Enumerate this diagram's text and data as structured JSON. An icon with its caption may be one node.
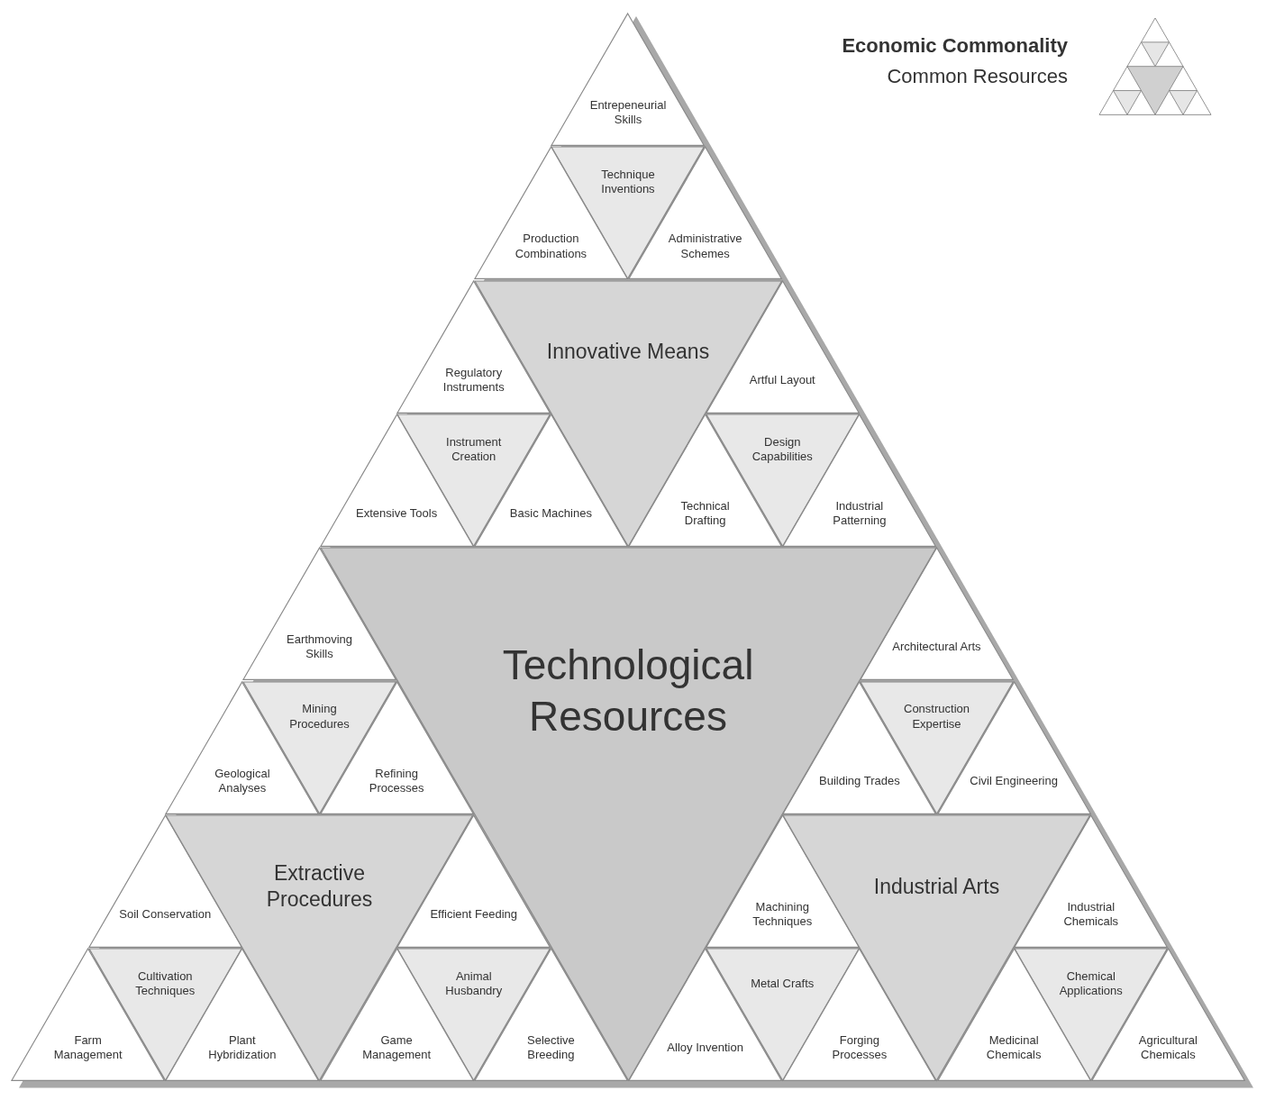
{
  "diagram": {
    "nodes": [
      {
        "text": [
          "Entrepeneurial Skills"
        ]
      },
      {
        "text": [
          "Technique Inventions"
        ]
      },
      {
        "text": [
          "Production Combinations"
        ]
      },
      {
        "text": [
          "Administrative Schemes"
        ]
      },
      {
        "text": [
          "Regulatory Instruments"
        ]
      },
      {
        "text": [
          "Instrument Creation"
        ]
      },
      {
        "text": [
          "Extensive Tools"
        ]
      },
      {
        "text": [
          "Basic Machines"
        ]
      },
      {
        "text": [
          "Artful Layout"
        ]
      },
      {
        "text": [
          "Design Capabilities"
        ]
      },
      {
        "text": [
          "Technical Drafting"
        ]
      },
      {
        "text": [
          "Industrial Patterning"
        ]
      },
      {
        "text": [
          "Innovative Means"
        ]
      },
      {
        "text": [
          "Earthmoving Skills"
        ]
      },
      {
        "text": [
          "Mining Procedures"
        ]
      },
      {
        "text": [
          "Geological Analyses"
        ]
      },
      {
        "text": [
          "Refining Processes"
        ]
      },
      {
        "text": [
          "Soil Conservation"
        ]
      },
      {
        "text": [
          "Cultivation Techniques"
        ]
      },
      {
        "text": [
          "Farm Management"
        ]
      },
      {
        "text": [
          "Plant Hybridization"
        ]
      },
      {
        "text": [
          "Efficient Feeding"
        ]
      },
      {
        "text": [
          "Animal Husbandry"
        ]
      },
      {
        "text": [
          "Game Management"
        ]
      },
      {
        "text": [
          "Selective Breeding"
        ]
      },
      {
        "text": [
          "Extractive Procedures"
        ]
      },
      {
        "text": [
          "Architectural Arts"
        ]
      },
      {
        "text": [
          "Construction Expertise"
        ]
      },
      {
        "text": [
          "Building Trades"
        ]
      },
      {
        "text": [
          "Civil Engineering"
        ]
      },
      {
        "text": [
          "Machining Techniques"
        ]
      },
      {
        "text": [
          "Metal Crafts"
        ]
      },
      {
        "text": [
          "Alloy Invention"
        ]
      },
      {
        "text": [
          "Forging Processes"
        ]
      },
      {
        "text": [
          "Industrial Chemicals"
        ]
      },
      {
        "text": [
          "Chemical Applications"
        ]
      },
      {
        "text": [
          "Medicinal Chemicals"
        ]
      },
      {
        "text": [
          "Agricultural Chemicals"
        ]
      },
      {
        "text": [
          "Industrial Arts"
        ]
      },
      {
        "text": [
          "Technological Resources"
        ]
      }
    ],
    "labels": [
      "Economic Commonality",
      "Common Resources"
    ]
  }
}
